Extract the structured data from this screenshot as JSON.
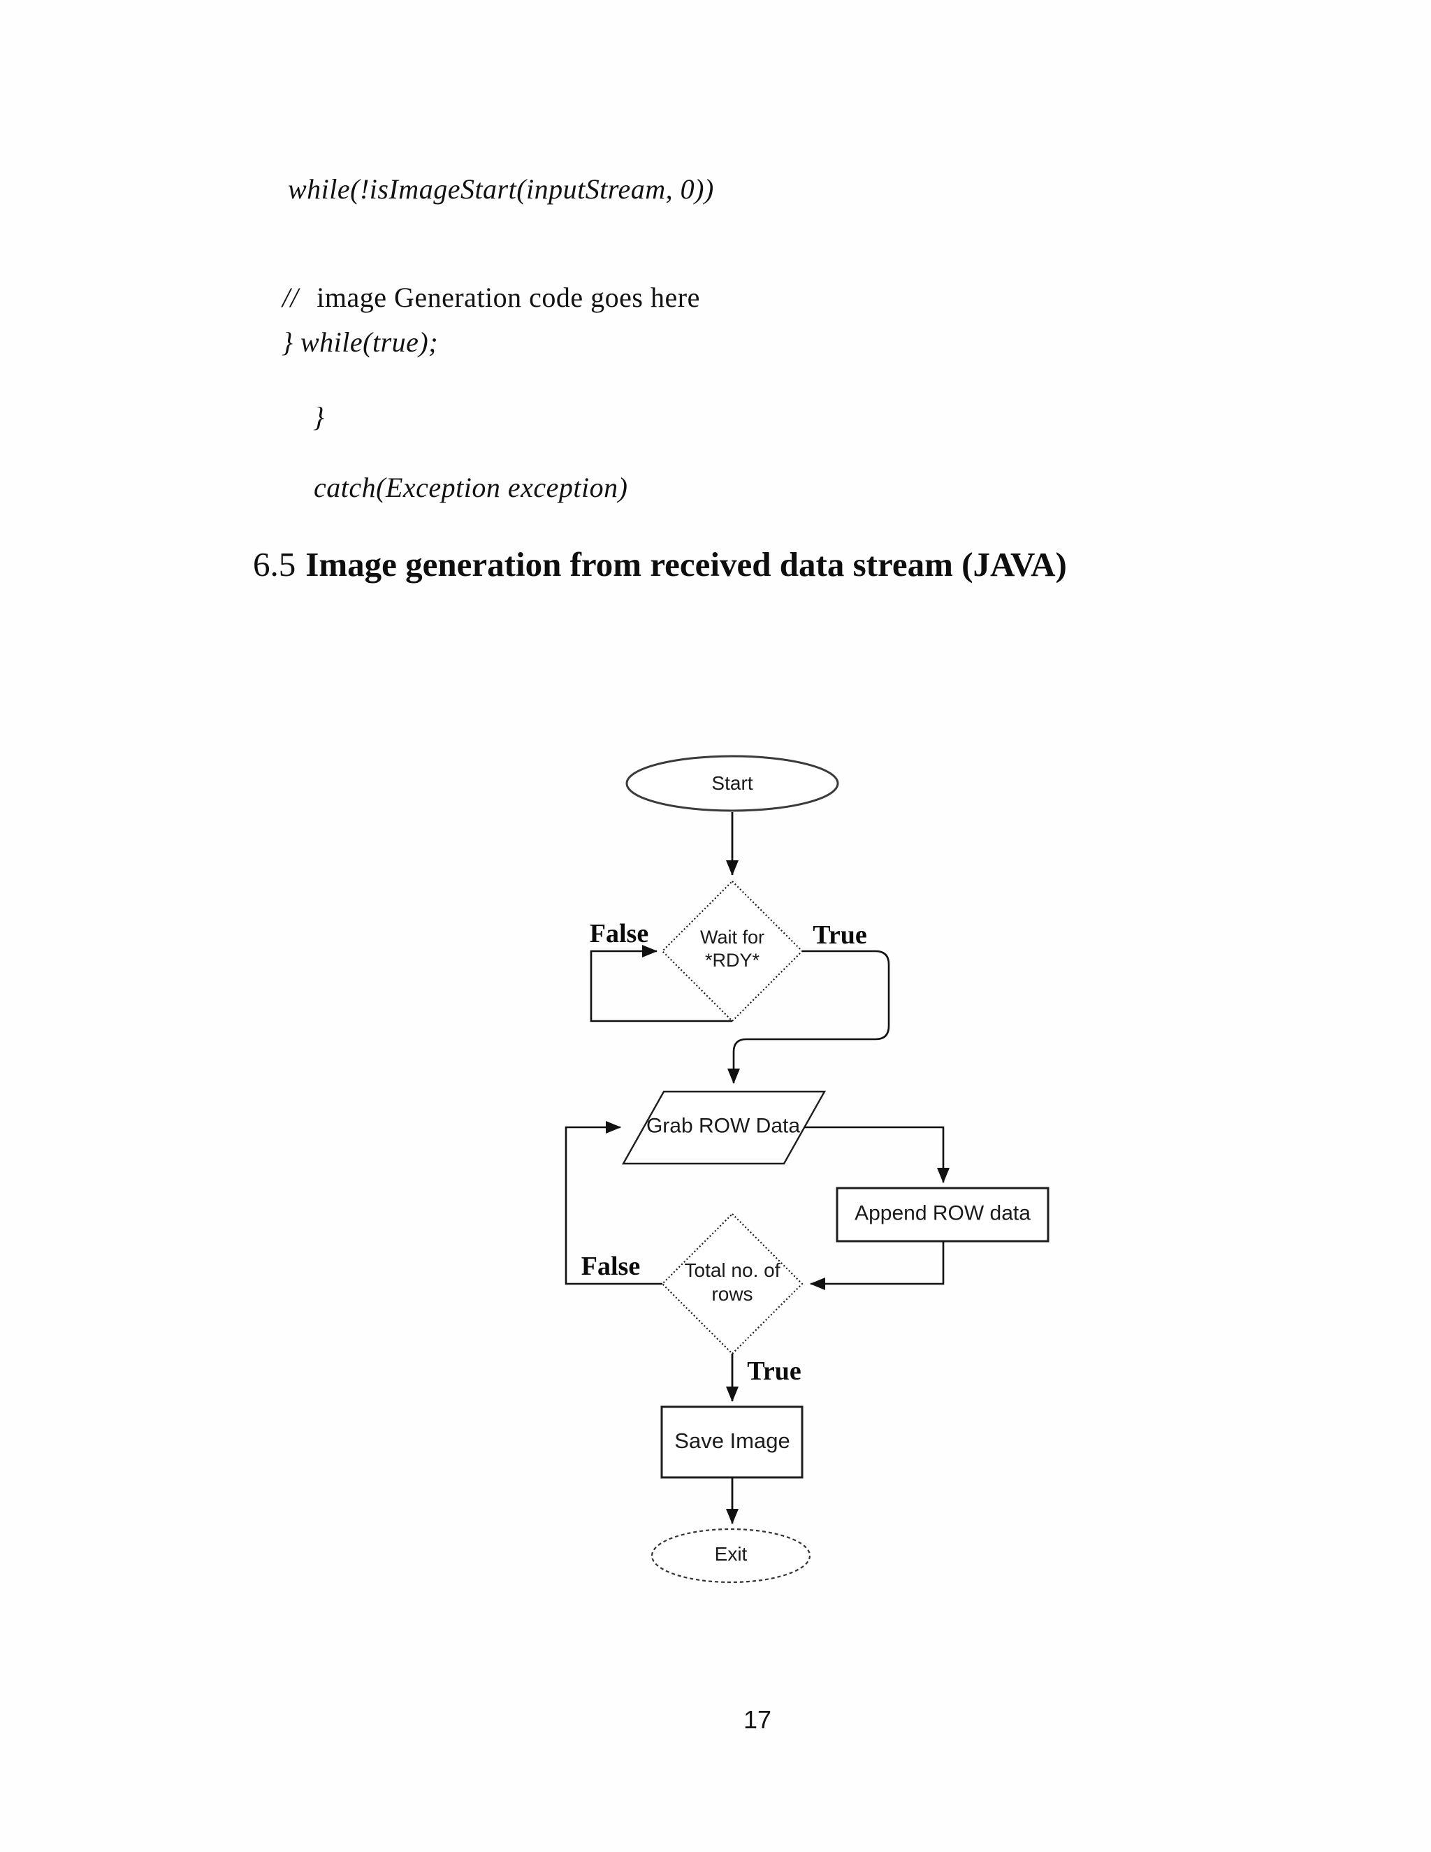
{
  "document": {
    "code": {
      "line1": "while(!isImageStart(inputStream, 0))",
      "line2_marker": "//",
      "line2_text": "image Generation code goes here",
      "line3": "} while(true);",
      "line4": "}",
      "line5": "catch(Exception exception)"
    },
    "heading": {
      "number": "6.5",
      "title": "Image generation from received data stream (JAVA)"
    },
    "page_number": "17"
  },
  "flowchart": {
    "nodes": {
      "start": {
        "type": "terminator",
        "label": "Start"
      },
      "wait_rdy": {
        "type": "decision",
        "label_line1": "Wait for",
        "label_line2": "*RDY*"
      },
      "grab_row": {
        "type": "input-output",
        "label": "Grab ROW Data"
      },
      "append_row": {
        "type": "process",
        "label": "Append ROW data"
      },
      "total_rows": {
        "type": "decision",
        "label_line1": "Total no. of",
        "label_line2": "rows"
      },
      "save_image": {
        "type": "process",
        "label": "Save Image"
      },
      "exit": {
        "type": "terminator",
        "label": "Exit"
      }
    },
    "edge_labels": {
      "wait_false": "False",
      "wait_true": "True",
      "total_false": "False",
      "total_true": "True"
    },
    "colors": {
      "line": "#1e1e1e",
      "text": "#1a1a1a",
      "background": "#ffffff"
    }
  }
}
